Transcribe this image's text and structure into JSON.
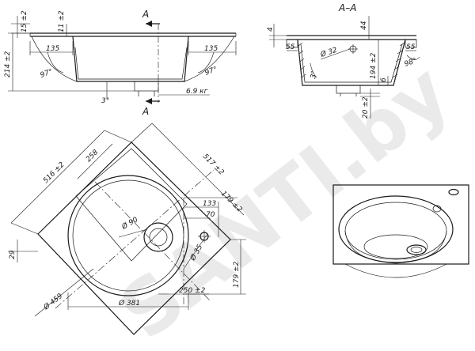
{
  "watermark": "SANTI.by",
  "top_view": {
    "section_letter_top": "A",
    "section_letter_bottom": "A",
    "dim_15": "15 ±2",
    "dim_11": "11 ±2",
    "dim_135_left": "135",
    "dim_135_right": "135",
    "dim_214": "214 ±2",
    "angle_97_left": "97°",
    "angle_97_right": "97°",
    "angle_3": "3°",
    "weight": "6.9 кг"
  },
  "section_view": {
    "title": "A–A",
    "dim_4": "4",
    "dim_44": "44",
    "dim_55_left": "55",
    "dim_55_right": "55",
    "dia_32": "Ø 32",
    "dim_194": "194 ±2",
    "dim_6": "6",
    "angle_3": "3°",
    "angle_98": "98°",
    "dim_20": "20 ±2"
  },
  "plan_view": {
    "dim_516": "516 ±2",
    "dim_258": "258",
    "dim_517": "517 ±2",
    "dim_179_top": "179 ±2",
    "dim_133": "133",
    "dim_70": "70",
    "dia_90": "Ø 90",
    "dia_35": "Ø 35",
    "dim_179_right": "179 ±2",
    "dim_29": "29",
    "dia_459": "Ø 459",
    "dia_381": "Ø 381",
    "dim_250": "250 ±2"
  }
}
